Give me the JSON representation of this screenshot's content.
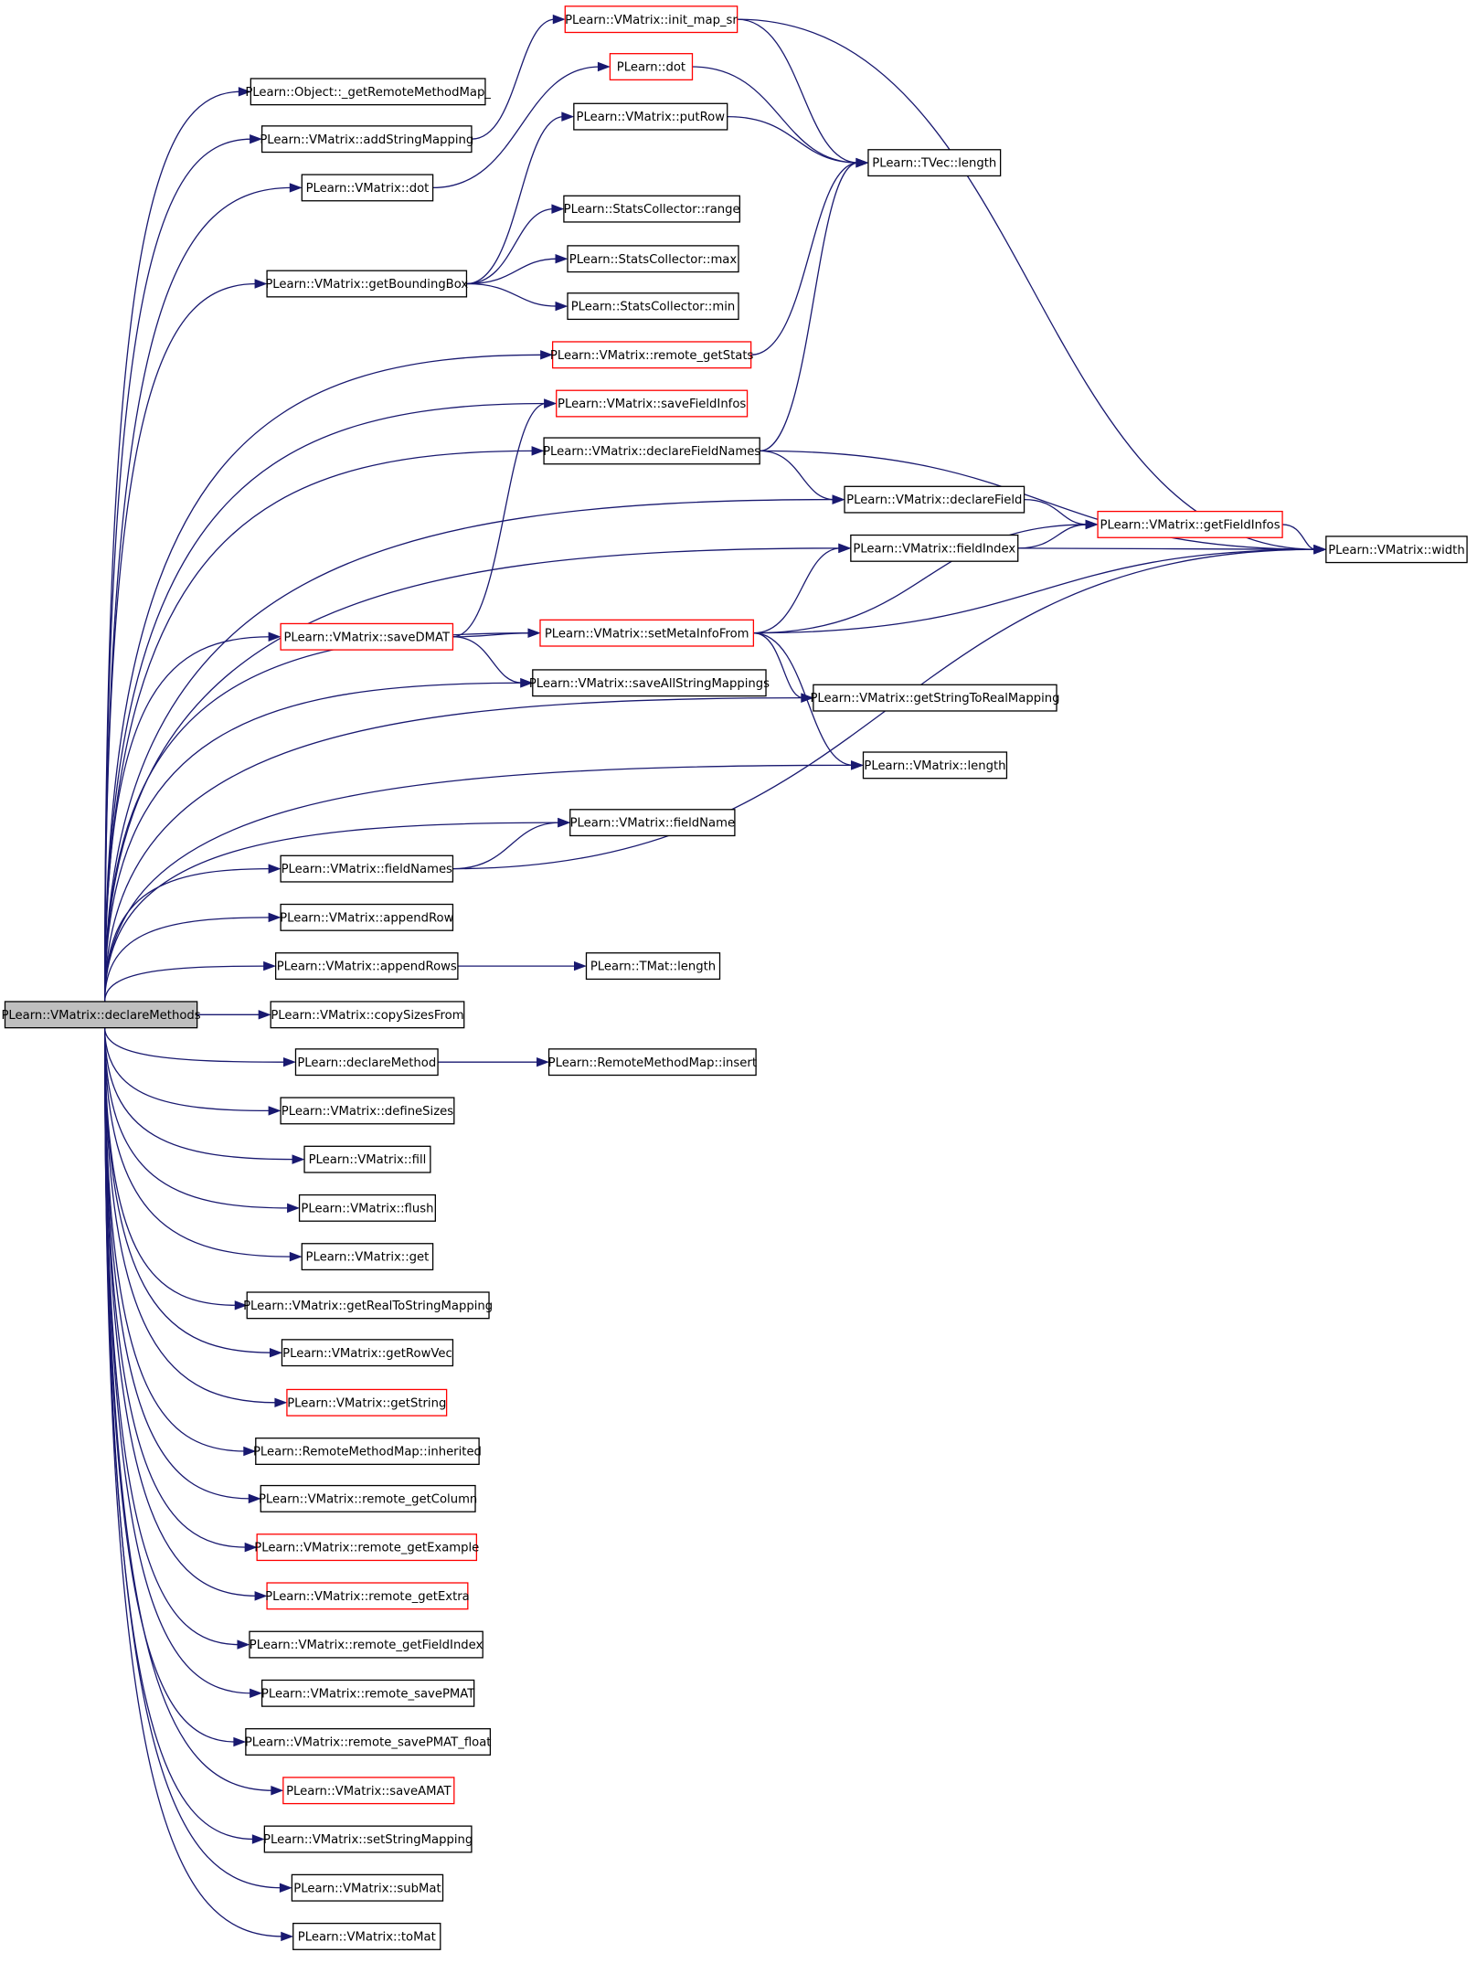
{
  "colors": {
    "edge": "#191970",
    "node_border": "#000000",
    "node_border_truncated": "#ff0000",
    "root_fill": "#bfbfbf",
    "node_fill": "#ffffff"
  },
  "nodes": [
    {
      "id": "root",
      "label": "PLearn::VMatrix::declareMethods",
      "style": "root"
    },
    {
      "id": "getRemoteMethodMap",
      "label": "PLearn::Object::_getRemoteMethodMap_",
      "style": "normal"
    },
    {
      "id": "addStringMapping",
      "label": "PLearn::VMatrix::addStringMapping",
      "style": "normal"
    },
    {
      "id": "vmdot",
      "label": "PLearn::VMatrix::dot",
      "style": "normal"
    },
    {
      "id": "getBoundingBox",
      "label": "PLearn::VMatrix::getBoundingBox",
      "style": "normal"
    },
    {
      "id": "init_map_sr",
      "label": "PLearn::VMatrix::init_map_sr",
      "style": "truncated"
    },
    {
      "id": "pdot",
      "label": "PLearn::dot",
      "style": "truncated"
    },
    {
      "id": "putRow",
      "label": "PLearn::VMatrix::putRow",
      "style": "normal"
    },
    {
      "id": "tveclength",
      "label": "PLearn::TVec::length",
      "style": "normal"
    },
    {
      "id": "range",
      "label": "PLearn::StatsCollector::range",
      "style": "normal"
    },
    {
      "id": "max",
      "label": "PLearn::StatsCollector::max",
      "style": "normal"
    },
    {
      "id": "min",
      "label": "PLearn::StatsCollector::min",
      "style": "normal"
    },
    {
      "id": "remote_getStats",
      "label": "PLearn::VMatrix::remote_getStats",
      "style": "truncated"
    },
    {
      "id": "saveFieldInfos",
      "label": "PLearn::VMatrix::saveFieldInfos",
      "style": "truncated"
    },
    {
      "id": "declareFieldNames",
      "label": "PLearn::VMatrix::declareFieldNames",
      "style": "normal"
    },
    {
      "id": "declareField",
      "label": "PLearn::VMatrix::declareField",
      "style": "normal"
    },
    {
      "id": "getFieldInfos",
      "label": "PLearn::VMatrix::getFieldInfos",
      "style": "truncated"
    },
    {
      "id": "fieldIndex",
      "label": "PLearn::VMatrix::fieldIndex",
      "style": "normal"
    },
    {
      "id": "width",
      "label": "PLearn::VMatrix::width",
      "style": "normal"
    },
    {
      "id": "saveDMAT",
      "label": "PLearn::VMatrix::saveDMAT",
      "style": "truncated"
    },
    {
      "id": "setMetaInfoFrom",
      "label": "PLearn::VMatrix::setMetaInfoFrom",
      "style": "truncated"
    },
    {
      "id": "saveAllStringMappings",
      "label": "PLearn::VMatrix::saveAllStringMappings",
      "style": "normal"
    },
    {
      "id": "getStringToRealMapping",
      "label": "PLearn::VMatrix::getStringToRealMapping",
      "style": "normal"
    },
    {
      "id": "vmlength",
      "label": "PLearn::VMatrix::length",
      "style": "normal"
    },
    {
      "id": "fieldName",
      "label": "PLearn::VMatrix::fieldName",
      "style": "normal"
    },
    {
      "id": "fieldNames",
      "label": "PLearn::VMatrix::fieldNames",
      "style": "normal"
    },
    {
      "id": "appendRow",
      "label": "PLearn::VMatrix::appendRow",
      "style": "normal"
    },
    {
      "id": "appendRows",
      "label": "PLearn::VMatrix::appendRows",
      "style": "normal"
    },
    {
      "id": "tmatlength",
      "label": "PLearn::TMat::length",
      "style": "normal"
    },
    {
      "id": "copySizesFrom",
      "label": "PLearn::VMatrix::copySizesFrom",
      "style": "normal"
    },
    {
      "id": "declareMethod",
      "label": "PLearn::declareMethod",
      "style": "normal"
    },
    {
      "id": "insert",
      "label": "PLearn::RemoteMethodMap::insert",
      "style": "normal"
    },
    {
      "id": "defineSizes",
      "label": "PLearn::VMatrix::defineSizes",
      "style": "normal"
    },
    {
      "id": "fill",
      "label": "PLearn::VMatrix::fill",
      "style": "normal"
    },
    {
      "id": "flush",
      "label": "PLearn::VMatrix::flush",
      "style": "normal"
    },
    {
      "id": "get",
      "label": "PLearn::VMatrix::get",
      "style": "normal"
    },
    {
      "id": "getRealToStringMapping",
      "label": "PLearn::VMatrix::getRealToStringMapping",
      "style": "normal"
    },
    {
      "id": "getRowVec",
      "label": "PLearn::VMatrix::getRowVec",
      "style": "normal"
    },
    {
      "id": "getString",
      "label": "PLearn::VMatrix::getString",
      "style": "truncated"
    },
    {
      "id": "inherited",
      "label": "PLearn::RemoteMethodMap::inherited",
      "style": "normal"
    },
    {
      "id": "remote_getColumn",
      "label": "PLearn::VMatrix::remote_getColumn",
      "style": "normal"
    },
    {
      "id": "remote_getExample",
      "label": "PLearn::VMatrix::remote_getExample",
      "style": "truncated"
    },
    {
      "id": "remote_getExtra",
      "label": "PLearn::VMatrix::remote_getExtra",
      "style": "truncated"
    },
    {
      "id": "remote_getFieldIndex",
      "label": "PLearn::VMatrix::remote_getFieldIndex",
      "style": "normal"
    },
    {
      "id": "remote_savePMAT",
      "label": "PLearn::VMatrix::remote_savePMAT",
      "style": "normal"
    },
    {
      "id": "remote_savePMAT_float",
      "label": "PLearn::VMatrix::remote_savePMAT_float",
      "style": "normal"
    },
    {
      "id": "saveAMAT",
      "label": "PLearn::VMatrix::saveAMAT",
      "style": "truncated"
    },
    {
      "id": "setStringMapping",
      "label": "PLearn::VMatrix::setStringMapping",
      "style": "normal"
    },
    {
      "id": "subMat",
      "label": "PLearn::VMatrix::subMat",
      "style": "normal"
    },
    {
      "id": "toMat",
      "label": "PLearn::VMatrix::toMat",
      "style": "normal"
    }
  ],
  "edges": [
    [
      "root",
      "getRemoteMethodMap"
    ],
    [
      "root",
      "addStringMapping"
    ],
    [
      "root",
      "vmdot"
    ],
    [
      "root",
      "getBoundingBox"
    ],
    [
      "root",
      "remote_getStats"
    ],
    [
      "root",
      "saveFieldInfos"
    ],
    [
      "root",
      "declareFieldNames"
    ],
    [
      "root",
      "declareField"
    ],
    [
      "root",
      "fieldIndex"
    ],
    [
      "root",
      "setMetaInfoFrom"
    ],
    [
      "root",
      "saveDMAT"
    ],
    [
      "root",
      "saveAllStringMappings"
    ],
    [
      "root",
      "getStringToRealMapping"
    ],
    [
      "root",
      "vmlength"
    ],
    [
      "root",
      "fieldName"
    ],
    [
      "root",
      "fieldNames"
    ],
    [
      "root",
      "appendRow"
    ],
    [
      "root",
      "appendRows"
    ],
    [
      "root",
      "copySizesFrom"
    ],
    [
      "root",
      "declareMethod"
    ],
    [
      "root",
      "defineSizes"
    ],
    [
      "root",
      "fill"
    ],
    [
      "root",
      "flush"
    ],
    [
      "root",
      "get"
    ],
    [
      "root",
      "getRealToStringMapping"
    ],
    [
      "root",
      "getRowVec"
    ],
    [
      "root",
      "getString"
    ],
    [
      "root",
      "inherited"
    ],
    [
      "root",
      "remote_getColumn"
    ],
    [
      "root",
      "remote_getExample"
    ],
    [
      "root",
      "remote_getExtra"
    ],
    [
      "root",
      "remote_getFieldIndex"
    ],
    [
      "root",
      "remote_savePMAT"
    ],
    [
      "root",
      "remote_savePMAT_float"
    ],
    [
      "root",
      "saveAMAT"
    ],
    [
      "root",
      "setStringMapping"
    ],
    [
      "root",
      "subMat"
    ],
    [
      "root",
      "toMat"
    ],
    [
      "addStringMapping",
      "init_map_sr"
    ],
    [
      "init_map_sr",
      "tveclength"
    ],
    [
      "init_map_sr",
      "width"
    ],
    [
      "vmdot",
      "pdot"
    ],
    [
      "pdot",
      "tveclength"
    ],
    [
      "getBoundingBox",
      "putRow"
    ],
    [
      "getBoundingBox",
      "range"
    ],
    [
      "getBoundingBox",
      "max"
    ],
    [
      "getBoundingBox",
      "min"
    ],
    [
      "putRow",
      "tveclength"
    ],
    [
      "remote_getStats",
      "tveclength"
    ],
    [
      "declareFieldNames",
      "tveclength"
    ],
    [
      "declareFieldNames",
      "declareField"
    ],
    [
      "declareFieldNames",
      "width"
    ],
    [
      "declareField",
      "getFieldInfos"
    ],
    [
      "getFieldInfos",
      "width"
    ],
    [
      "fieldIndex",
      "getFieldInfos"
    ],
    [
      "fieldIndex",
      "width"
    ],
    [
      "saveDMAT",
      "saveFieldInfos"
    ],
    [
      "saveDMAT",
      "setMetaInfoFrom"
    ],
    [
      "saveDMAT",
      "saveAllStringMappings"
    ],
    [
      "setMetaInfoFrom",
      "fieldIndex"
    ],
    [
      "setMetaInfoFrom",
      "getFieldInfos"
    ],
    [
      "setMetaInfoFrom",
      "width"
    ],
    [
      "setMetaInfoFrom",
      "getStringToRealMapping"
    ],
    [
      "setMetaInfoFrom",
      "vmlength"
    ],
    [
      "fieldNames",
      "fieldName"
    ],
    [
      "fieldNames",
      "width"
    ],
    [
      "appendRows",
      "tmatlength"
    ],
    [
      "declareMethod",
      "insert"
    ]
  ]
}
